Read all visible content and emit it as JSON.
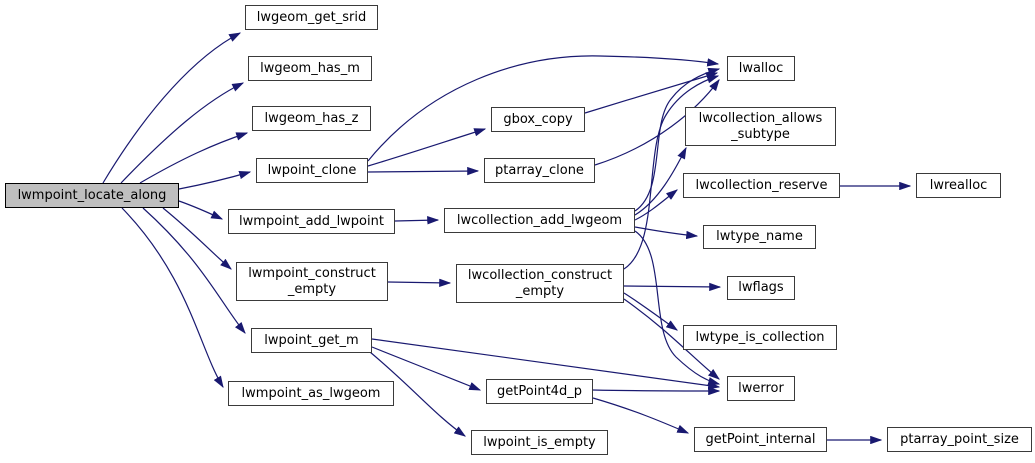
{
  "diagram": {
    "type": "call-graph",
    "root_function": "lwmpoint_locate_along",
    "colors": {
      "edge": "#191970",
      "node_border": "#3a3a3a",
      "node_fill": "#ffffff",
      "highlight_fill": "#bfbfbf",
      "text": "#000000"
    },
    "nodes": [
      {
        "id": "lwmpoint_locate_along",
        "label": "lwmpoint_locate_along",
        "highlight": true
      },
      {
        "id": "lwgeom_get_srid",
        "label": "lwgeom_get_srid"
      },
      {
        "id": "lwgeom_has_m",
        "label": "lwgeom_has_m"
      },
      {
        "id": "lwgeom_has_z",
        "label": "lwgeom_has_z"
      },
      {
        "id": "lwpoint_clone",
        "label": "lwpoint_clone"
      },
      {
        "id": "lwmpoint_add_lwpoint",
        "label": "lwmpoint_add_lwpoint"
      },
      {
        "id": "lwmpoint_construct_empty",
        "label": "lwmpoint_construct_empty",
        "lines": [
          "lwmpoint_construct",
          "_empty"
        ]
      },
      {
        "id": "lwpoint_get_m",
        "label": "lwpoint_get_m"
      },
      {
        "id": "lwmpoint_as_lwgeom",
        "label": "lwmpoint_as_lwgeom"
      },
      {
        "id": "gbox_copy",
        "label": "gbox_copy"
      },
      {
        "id": "ptarray_clone",
        "label": "ptarray_clone"
      },
      {
        "id": "lwcollection_add_lwgeom",
        "label": "lwcollection_add_lwgeom"
      },
      {
        "id": "lwcollection_construct_empty",
        "label": "lwcollection_construct_empty",
        "lines": [
          "lwcollection_construct",
          "_empty"
        ]
      },
      {
        "id": "getPoint4d_p",
        "label": "getPoint4d_p"
      },
      {
        "id": "lwpoint_is_empty",
        "label": "lwpoint_is_empty"
      },
      {
        "id": "lwalloc",
        "label": "lwalloc"
      },
      {
        "id": "lwcollection_allows_subtype",
        "label": "lwcollection_allows_subtype",
        "lines": [
          "lwcollection_allows",
          "_subtype"
        ]
      },
      {
        "id": "lwcollection_reserve",
        "label": "lwcollection_reserve"
      },
      {
        "id": "lwrealloc",
        "label": "lwrealloc"
      },
      {
        "id": "lwtype_name",
        "label": "lwtype_name"
      },
      {
        "id": "lwflags",
        "label": "lwflags"
      },
      {
        "id": "lwtype_is_collection",
        "label": "lwtype_is_collection"
      },
      {
        "id": "lwerror",
        "label": "lwerror"
      },
      {
        "id": "getPoint_internal",
        "label": "getPoint_internal"
      },
      {
        "id": "ptarray_point_size",
        "label": "ptarray_point_size"
      }
    ],
    "edges": [
      {
        "from": "lwmpoint_locate_along",
        "to": "lwgeom_get_srid"
      },
      {
        "from": "lwmpoint_locate_along",
        "to": "lwgeom_has_m"
      },
      {
        "from": "lwmpoint_locate_along",
        "to": "lwgeom_has_z"
      },
      {
        "from": "lwmpoint_locate_along",
        "to": "lwpoint_clone"
      },
      {
        "from": "lwmpoint_locate_along",
        "to": "lwmpoint_add_lwpoint"
      },
      {
        "from": "lwmpoint_locate_along",
        "to": "lwmpoint_construct_empty"
      },
      {
        "from": "lwmpoint_locate_along",
        "to": "lwpoint_get_m"
      },
      {
        "from": "lwmpoint_locate_along",
        "to": "lwmpoint_as_lwgeom"
      },
      {
        "from": "lwpoint_clone",
        "to": "lwalloc"
      },
      {
        "from": "lwpoint_clone",
        "to": "gbox_copy"
      },
      {
        "from": "lwpoint_clone",
        "to": "ptarray_clone"
      },
      {
        "from": "gbox_copy",
        "to": "lwalloc"
      },
      {
        "from": "ptarray_clone",
        "to": "lwalloc"
      },
      {
        "from": "lwmpoint_add_lwpoint",
        "to": "lwcollection_add_lwgeom"
      },
      {
        "from": "lwcollection_add_lwgeom",
        "to": "lwalloc"
      },
      {
        "from": "lwcollection_add_lwgeom",
        "to": "lwcollection_allows_subtype"
      },
      {
        "from": "lwcollection_add_lwgeom",
        "to": "lwcollection_reserve"
      },
      {
        "from": "lwcollection_add_lwgeom",
        "to": "lwtype_name"
      },
      {
        "from": "lwcollection_add_lwgeom",
        "to": "lwerror"
      },
      {
        "from": "lwcollection_reserve",
        "to": "lwrealloc"
      },
      {
        "from": "lwmpoint_construct_empty",
        "to": "lwcollection_construct_empty"
      },
      {
        "from": "lwcollection_construct_empty",
        "to": "lwalloc"
      },
      {
        "from": "lwcollection_construct_empty",
        "to": "lwflags"
      },
      {
        "from": "lwcollection_construct_empty",
        "to": "lwtype_is_collection"
      },
      {
        "from": "lwcollection_construct_empty",
        "to": "lwerror"
      },
      {
        "from": "lwpoint_get_m",
        "to": "lwerror"
      },
      {
        "from": "lwpoint_get_m",
        "to": "getPoint4d_p"
      },
      {
        "from": "lwpoint_get_m",
        "to": "lwpoint_is_empty"
      },
      {
        "from": "getPoint4d_p",
        "to": "lwerror"
      },
      {
        "from": "getPoint4d_p",
        "to": "getPoint_internal"
      },
      {
        "from": "getPoint_internal",
        "to": "ptarray_point_size"
      }
    ]
  }
}
